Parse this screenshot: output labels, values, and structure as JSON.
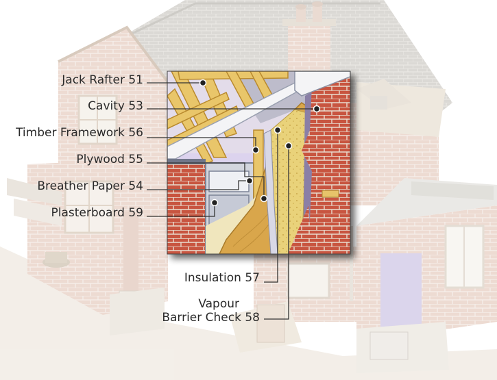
{
  "callouts": {
    "jack_rafter": "Jack Rafter 51",
    "cavity": "Cavity 53",
    "timber_framework": "Timber Framework 56",
    "plywood": "Plywood 55",
    "breather_paper": "Breather Paper 54",
    "plasterboard": "Plasterboard 59",
    "insulation": "Insulation 57",
    "vapour_line1": "Vapour",
    "vapour_line2": "Barrier Check 58"
  },
  "colors": {
    "brick": "#c8553f",
    "mortar": "#e9ddd0",
    "timber": "#e9c66a",
    "plywood": "#d9a64c",
    "insulation": "#e9d27a",
    "background_house": "#ddd6cc",
    "leader_line": "#333333"
  }
}
